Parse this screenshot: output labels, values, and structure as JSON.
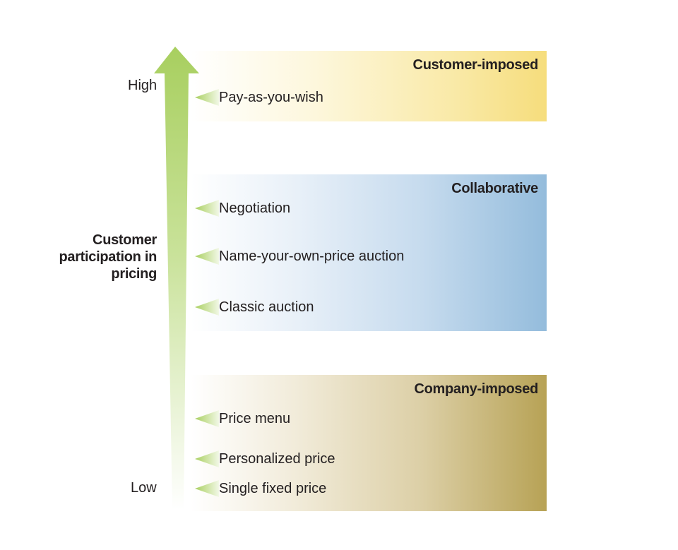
{
  "axis": {
    "title": "Customer participation in pricing",
    "high_label": "High",
    "low_label": "Low",
    "arrow_color": "#a8cf5f"
  },
  "bands": {
    "customer": {
      "title": "Customer-imposed",
      "color": "#f6dd7c"
    },
    "collaborative": {
      "title": "Collaborative",
      "color": "#94bcdc"
    },
    "company": {
      "title": "Company-imposed",
      "color": "#b7a255"
    }
  },
  "items": [
    {
      "label": "Pay-as-you-wish"
    },
    {
      "label": "Negotiation"
    },
    {
      "label": "Name-your-own-price auction"
    },
    {
      "label": "Classic auction"
    },
    {
      "label": "Price menu"
    },
    {
      "label": "Personalized price"
    },
    {
      "label": "Single fixed price"
    }
  ]
}
